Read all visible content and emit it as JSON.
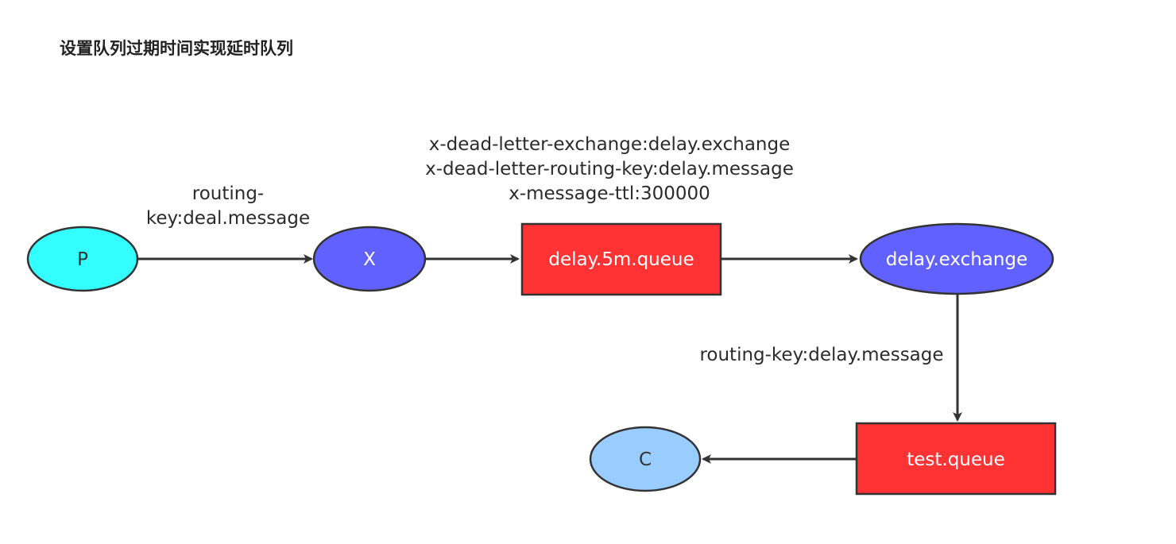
{
  "title": "设置队列过期时间实现延时队列",
  "colors": {
    "producer": "#33FFFF",
    "exchange": "#6161FF",
    "queue": "#FF3333",
    "consumer": "#99CCFF",
    "stroke": "#333333",
    "edge": "#333333"
  },
  "nodes": {
    "producer": {
      "label": "P"
    },
    "exchange_x": {
      "label": "X"
    },
    "delay_queue": {
      "label": "delay.5m.queue"
    },
    "delay_exchange": {
      "label": "delay.exchange"
    },
    "test_queue": {
      "label": "test.queue"
    },
    "consumer": {
      "label": "C"
    }
  },
  "edges": {
    "p_to_x": {
      "label_line1": "routing-",
      "label_line2": "key:deal.message"
    },
    "x_to_queue": {
      "label_line1": "x-dead-letter-exchange:delay.exchange",
      "label_line2": "x-dead-letter-routing-key:delay.message",
      "label_line3": "x-message-ttl:300000"
    },
    "exchange_to_test": {
      "label": "routing-key:delay.message"
    }
  }
}
